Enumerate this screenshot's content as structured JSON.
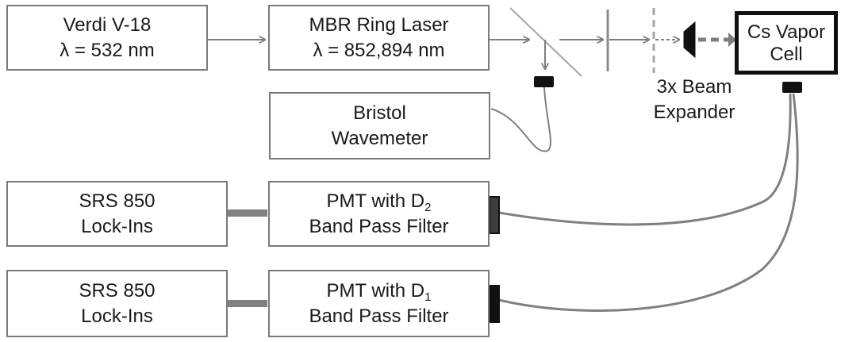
{
  "boxes": {
    "verdi": {
      "line1": "Verdi V-18",
      "line2": "λ = 532  nm"
    },
    "ring_laser": {
      "line1": "MBR Ring Laser",
      "line2": "λ = 852,894  nm"
    },
    "cs_cell": {
      "line1": "Cs Vapor",
      "line2": "Cell"
    },
    "wavemeter": {
      "line1": "Bristol",
      "line2": "Wavemeter"
    },
    "lockin_top": {
      "line1": "SRS 850",
      "line2": "Lock-Ins"
    },
    "pmt_d2": {
      "line1_prefix": "PMT with D",
      "line1_sub": "2",
      "line2": "Band Pass Filter"
    },
    "lockin_bottom": {
      "line1": "SRS 850",
      "line2": "Lock-Ins"
    },
    "pmt_d1": {
      "line1_prefix": "PMT with D",
      "line1_sub": "1",
      "line2": "Band Pass Filter"
    }
  },
  "beam_expander_label": {
    "line1": "3x Beam",
    "line2": "Expander"
  },
  "colors": {
    "box_border": "#7a7a7a",
    "line": "#7f7f7f",
    "cell_border": "#111111",
    "connector": "#111111"
  }
}
